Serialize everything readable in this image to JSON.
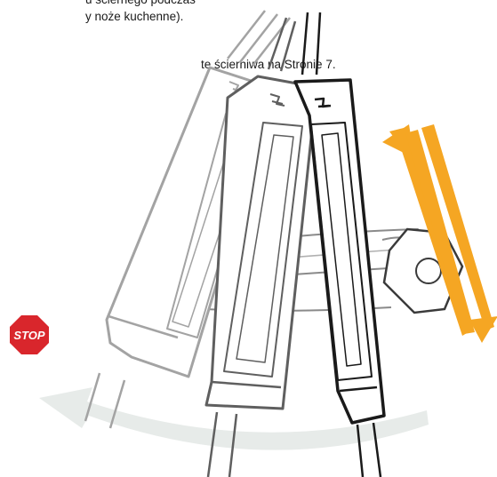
{
  "text": {
    "line1": "u ściernego podczas",
    "line2": "y noże kuchenne).",
    "line3": "te ścierniwa na Stronie 7."
  },
  "stop_sign": {
    "label": "STOP",
    "color": "#d9262c"
  },
  "colors": {
    "motion_arrow": "#f5a623",
    "return_arrow": "#e7ebe9",
    "tool_dark": "#1a1a1a",
    "tool_mid": "#5f5f5f",
    "tool_light": "#a3a3a3"
  }
}
